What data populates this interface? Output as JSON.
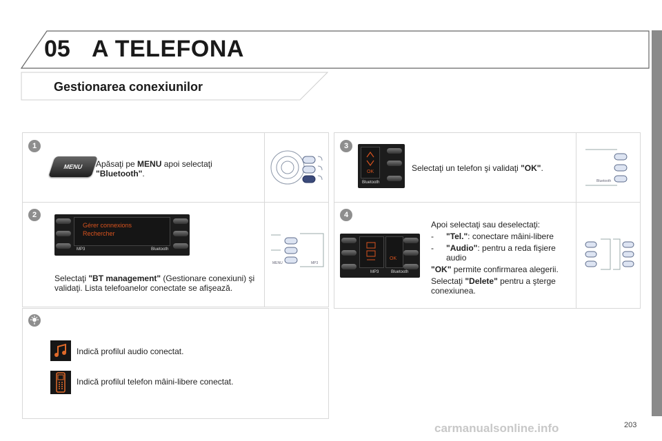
{
  "header": {
    "chapter_number": "05",
    "chapter_title": "A TELEFONA",
    "section_title": "Gestionarea conexiunilor"
  },
  "steps": [
    {
      "number": "1",
      "text_parts": [
        "Apăsaţi pe ",
        "MENU",
        " apoi selectaţi ",
        "\"Bluetooth\"",
        "."
      ],
      "button_label": "MENU"
    },
    {
      "number": "2",
      "screen_lines": [
        "Gérer connexions",
        "Rechercher"
      ],
      "screen_footer_left": "MP3",
      "screen_footer_right": "Bluetooth",
      "text_parts": [
        "Selectaţi ",
        "\"BT management\"",
        " (Gestionare conexiuni) şi validaţi. Lista telefoanelor conectate se afişează."
      ],
      "line_art_label_left": "MENU",
      "line_art_label_right": "MP3"
    },
    {
      "number": "3",
      "screen_label": "OK",
      "screen_footer": "Bluetooth",
      "text_parts": [
        "Selectaţi un telefon şi validaţi ",
        "\"OK\"",
        "."
      ],
      "line_art_label": "Bluetooth"
    },
    {
      "number": "4",
      "intro": "Apoi selectaţi sau deselectaţi:",
      "bullets": [
        {
          "dash": "-",
          "key": "\"Tel.\"",
          "rest": ": conectare mâini-libere"
        },
        {
          "dash": "-",
          "key": "\"Audio\"",
          "rest": ": pentru a reda fişiere audio"
        }
      ],
      "ok_key": "\"OK\"",
      "ok_rest": " permite confirmarea alegerii.",
      "delete_prefix": "Selectaţi ",
      "delete_key": "\"Delete\"",
      "delete_rest": " pentru a şterge conexiunea.",
      "screen_label": "OK",
      "screen_footer_left": "MP3",
      "screen_footer_right": "Bluetooth"
    }
  ],
  "tips": [
    {
      "icon": "music-note-icon",
      "text": "Indică profilul audio conectat."
    },
    {
      "icon": "mobile-phone-icon",
      "text": "Indică profilul telefon mâini-libere conectat."
    }
  ],
  "footer": {
    "page_number": "203",
    "watermark": "carmanualsonline.info"
  },
  "colors": {
    "accent_orange": "#d9531e",
    "panel_border": "#d8d8d8",
    "side_strip": "#8a8a8a"
  }
}
